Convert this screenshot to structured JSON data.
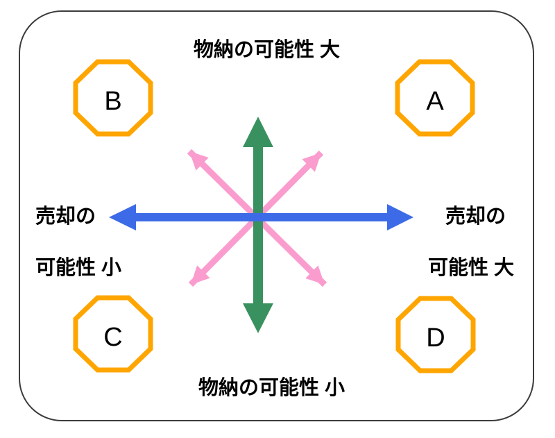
{
  "labels": {
    "top": "物納の可能性 大",
    "bottom": "物納の可能性 小",
    "left_line1": "売却の",
    "left_line2": "可能性 小",
    "right_line1": "売却の",
    "right_line2": "可能性 大"
  },
  "quadrants": [
    {
      "position": "top-right",
      "label": "A"
    },
    {
      "position": "top-left",
      "label": "B"
    },
    {
      "position": "bottom-left",
      "label": "C"
    },
    {
      "position": "bottom-right",
      "label": "D"
    }
  ],
  "colors": {
    "background": "#FFFFFF",
    "frame_border": "#3C3C3C",
    "octagon": "#FFA500",
    "octagon_fill": "#FFFFFF",
    "horizontal_arrow": "#3D6BE8",
    "vertical_arrow": "#3A9160",
    "diagonal_arrow": "#FA9DCE",
    "text": "#000000"
  }
}
